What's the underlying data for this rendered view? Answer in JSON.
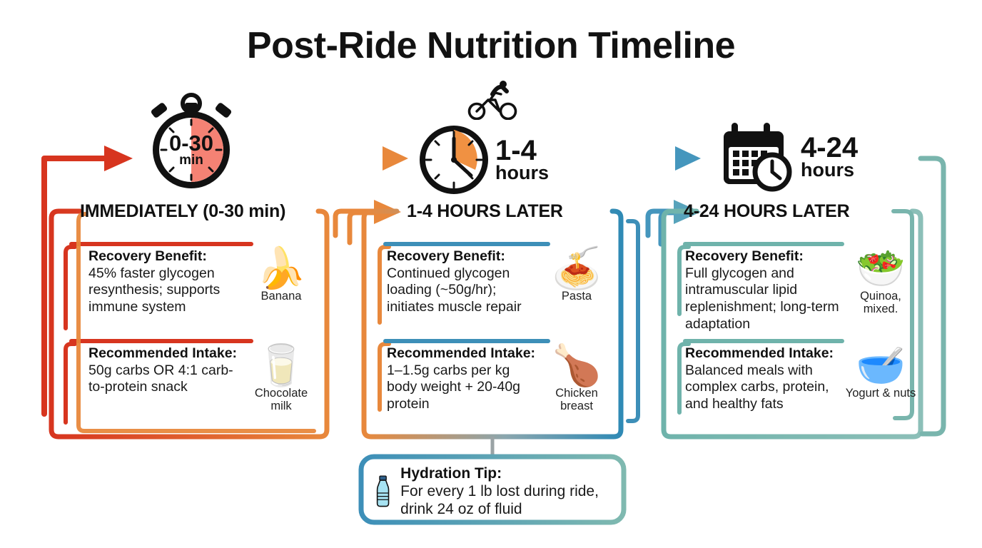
{
  "title": "Post-Ride Nutrition Timeline",
  "colors": {
    "stage1": "#d7351f",
    "stage2": "#e8883c",
    "stage3_blue": "#3d8fb8",
    "stage3_teal": "#79b5ad",
    "stopwatch_fill": "#f58274",
    "clock_fill": "#f09142",
    "ink": "#111111"
  },
  "stages": [
    {
      "id": "immediate",
      "icon": "stopwatch-icon",
      "icon_label_line1": "0-30",
      "icon_label_line2": "min",
      "time_big": "",
      "time_small": "",
      "heading": "IMMEDIATELY (0-30 min)",
      "cards": [
        {
          "title": "Recovery Benefit:",
          "body": "45% faster glycogen resynthesis; supports immune system",
          "media_icon": "banana-icon",
          "media_emoji": "🍌",
          "caption": "Banana"
        },
        {
          "title": "Recommended Intake:",
          "body": "50g carbs OR 4:1 carb-to-protein snack",
          "media_icon": "chocolate-milk-carton-icon",
          "media_emoji": "🥛",
          "caption": "Chocolate milk"
        }
      ]
    },
    {
      "id": "one-to-four",
      "icon": "clock-icon",
      "icon_label_line1": "",
      "icon_label_line2": "",
      "time_big": "1-4",
      "time_small": "hours",
      "heading": "1-4 HOURS LATER",
      "cards": [
        {
          "title": "Recovery Benefit:",
          "body": "Continued glycogen loading (~50g/hr); initiates muscle repair",
          "media_icon": "pasta-bowl-icon",
          "media_emoji": "🍝",
          "caption": "Pasta"
        },
        {
          "title": "Recommended Intake:",
          "body": "1–1.5g carbs per kg body weight + 20-40g protein",
          "media_icon": "chicken-breast-plate-icon",
          "media_emoji": "🍗",
          "caption": "Chicken breast"
        }
      ]
    },
    {
      "id": "four-to-24",
      "icon": "calendar-clock-icon",
      "icon_label_line1": "",
      "icon_label_line2": "",
      "time_big": "4-24",
      "time_small": "hours",
      "heading": "4-24 HOURS LATER",
      "cards": [
        {
          "title": "Recovery Benefit:",
          "body": "Full glycogen and intramuscular lipid replenishment; long-term adaptation",
          "media_icon": "salmon-quinoa-plate-icon",
          "media_emoji": "🥗",
          "caption": "Quinoa, mixed."
        },
        {
          "title": "Recommended Intake:",
          "body": "Balanced meals with complex carbs, protein, and healthy fats",
          "media_icon": "yogurt-berries-bowl-icon",
          "media_emoji": "🥣",
          "caption": "Yogurt & nuts"
        }
      ]
    }
  ],
  "hydration": {
    "icon": "water-bottle-icon",
    "emoji": "🧴",
    "title": "Hydration Tip:",
    "body": "For every 1 lb lost during ride, drink 24 oz of fluid"
  },
  "cyclist_icon": "cyclist-icon"
}
